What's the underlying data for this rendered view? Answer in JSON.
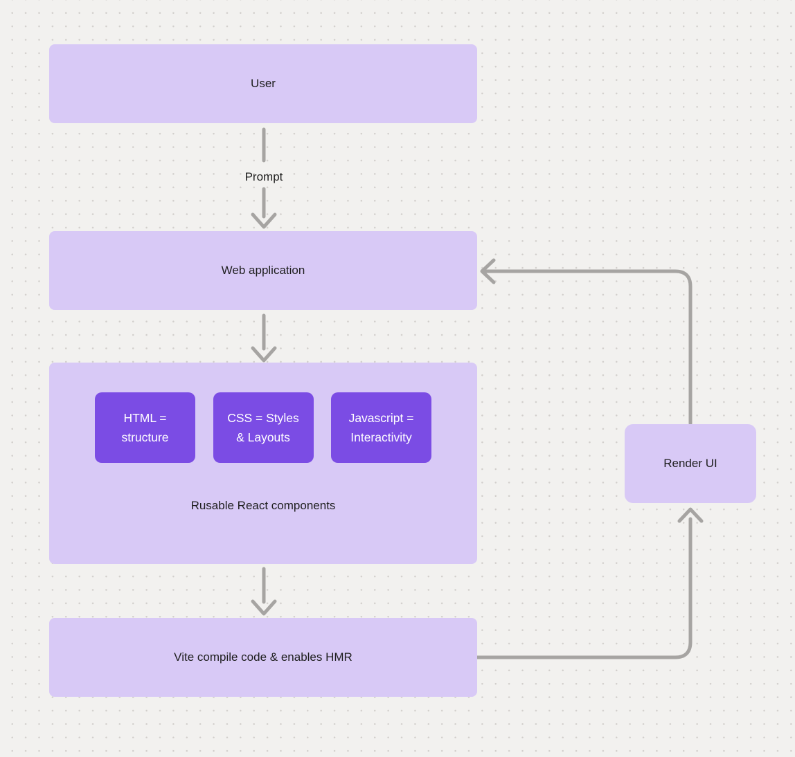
{
  "diagram": {
    "nodes": {
      "user": {
        "label": "User"
      },
      "web_application": {
        "label": "Web application"
      },
      "components_group": {
        "label": "Rusable React components",
        "chips": [
          {
            "label": "HTML =\nstructure"
          },
          {
            "label": "CSS = Styles\n& Layouts"
          },
          {
            "label": "Javascript =\nInteractivity"
          }
        ]
      },
      "vite": {
        "label": "Vite compile code & enables HMR"
      },
      "render_ui": {
        "label": "Render UI"
      }
    },
    "edges": {
      "prompt_label": "Prompt"
    },
    "colors": {
      "background": "#f2f1ef",
      "dot_grid": "#d2cfcc",
      "node_fill": "#d8c9f6",
      "chip_fill": "#7b4ce4",
      "chip_text": "#ffffff",
      "node_text": "#1e1e1e",
      "arrow": "#a6a4a2"
    }
  }
}
